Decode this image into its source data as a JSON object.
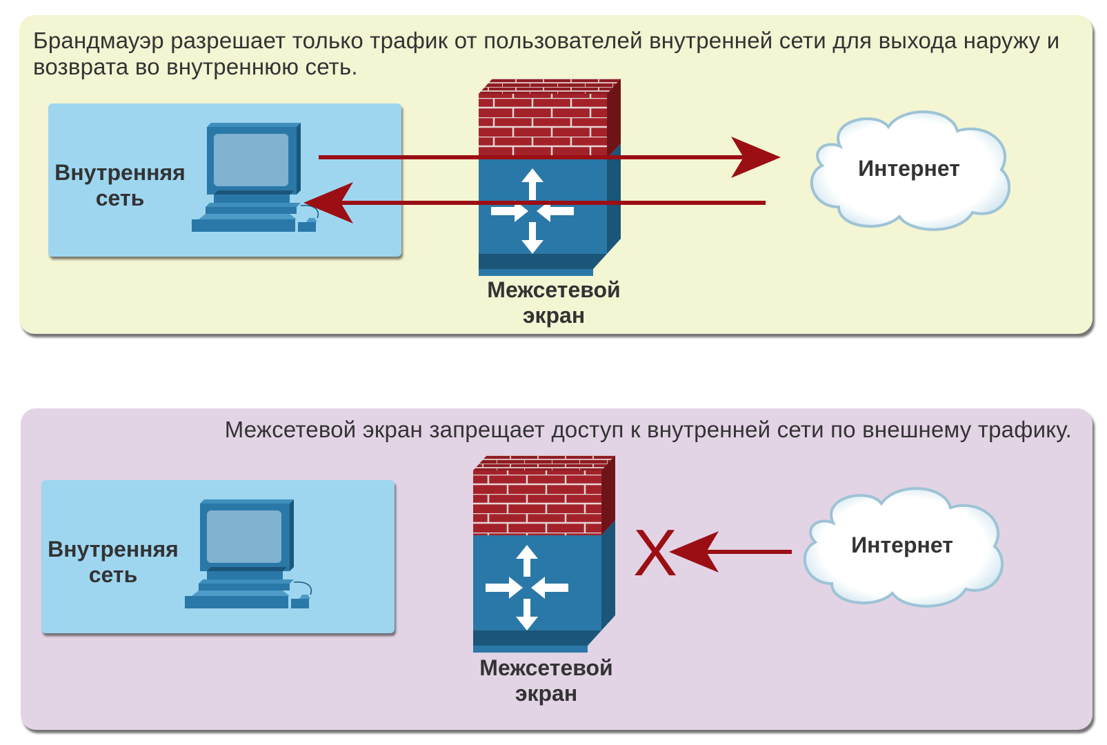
{
  "top_scene": {
    "caption": "Брандмауэр разрешает только трафик от пользователей внутренней сети для выхода наружу и возврата во внутреннюю сеть.",
    "lan_label_line1": "Внутренняя",
    "lan_label_line2": "сеть",
    "firewall_label_line1": "Межсетевой",
    "firewall_label_line2": "экран",
    "cloud_label": "Интернет"
  },
  "bottom_scene": {
    "caption": "Межсетевой экран запрещает доступ к внутренней сети по внешнему трафику.",
    "lan_label_line1": "Внутренняя",
    "lan_label_line2": "сеть",
    "firewall_label_line1": "Межсетевой",
    "firewall_label_line2": "экран",
    "cloud_label": "Интернет",
    "blocked_mark": "X"
  },
  "colors": {
    "top_panel_bg": "#f3f5d3",
    "bottom_panel_bg": "#e2d4e5",
    "lan_box_bg": "#9ed6f0",
    "arrow_red": "#9b0e14",
    "brick_red": "#a3222a",
    "firewall_blue": "#2a78a8"
  },
  "icons": {
    "computer": "desktop-computer-icon",
    "firewall": "firewall-router-icon",
    "cloud": "internet-cloud-icon"
  }
}
